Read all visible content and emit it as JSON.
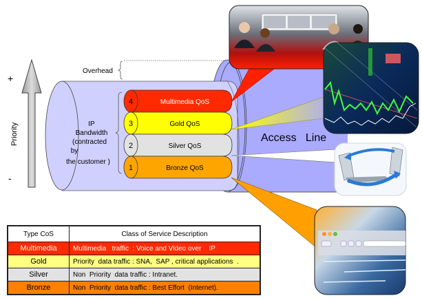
{
  "priority_axis": {
    "label": "Priority",
    "plus": "+",
    "minus": "-"
  },
  "overhead_label": "Overhead",
  "bandwidth_label": [
    "IP",
    "Bandwidth",
    "(contracted",
    "by",
    "the customer )"
  ],
  "access_line_label": "Access   Line",
  "qos_classes": [
    {
      "number": "4",
      "label": "Multimedia  QoS",
      "color": "#ff2a00",
      "text_color": "#ffffff",
      "image": "video-conference-photo"
    },
    {
      "number": "3",
      "label": "Gold QoS",
      "color": "#ffff00",
      "text_color": "#000000",
      "image": "stock-chart-photo"
    },
    {
      "number": "2",
      "label": "Silver QoS",
      "color": "#e2e2e2",
      "text_color": "#000000",
      "image": "laptops-sync-photo"
    },
    {
      "number": "1",
      "label": "Bronze QoS",
      "color": "#ffa500",
      "text_color": "#000000",
      "image": "web-browser-photo"
    }
  ],
  "table": {
    "headers": [
      "Type CoS",
      "Class of Service Description"
    ],
    "rows": [
      {
        "type": "Multimedia",
        "description": "Multimedia   traffic  : Voice and Video over    IP"
      },
      {
        "type": "Gold",
        "description": "Priority  data traffic : SNA,  SAP , critical applications  ."
      },
      {
        "type": "Silver",
        "description": "Non  Priority  data traffic : Intranet."
      },
      {
        "type": "Bronze",
        "description": "Non  Priority  data traffic : Best Effort  (Internet)."
      }
    ]
  },
  "colors": {
    "pipe_fill": "#aaaaff",
    "pipe_light": "#d0d0ff",
    "multimedia": "#ff2a00",
    "gold": "#ffff00",
    "silver": "#e2e2e2",
    "bronze": "#ffa500"
  }
}
